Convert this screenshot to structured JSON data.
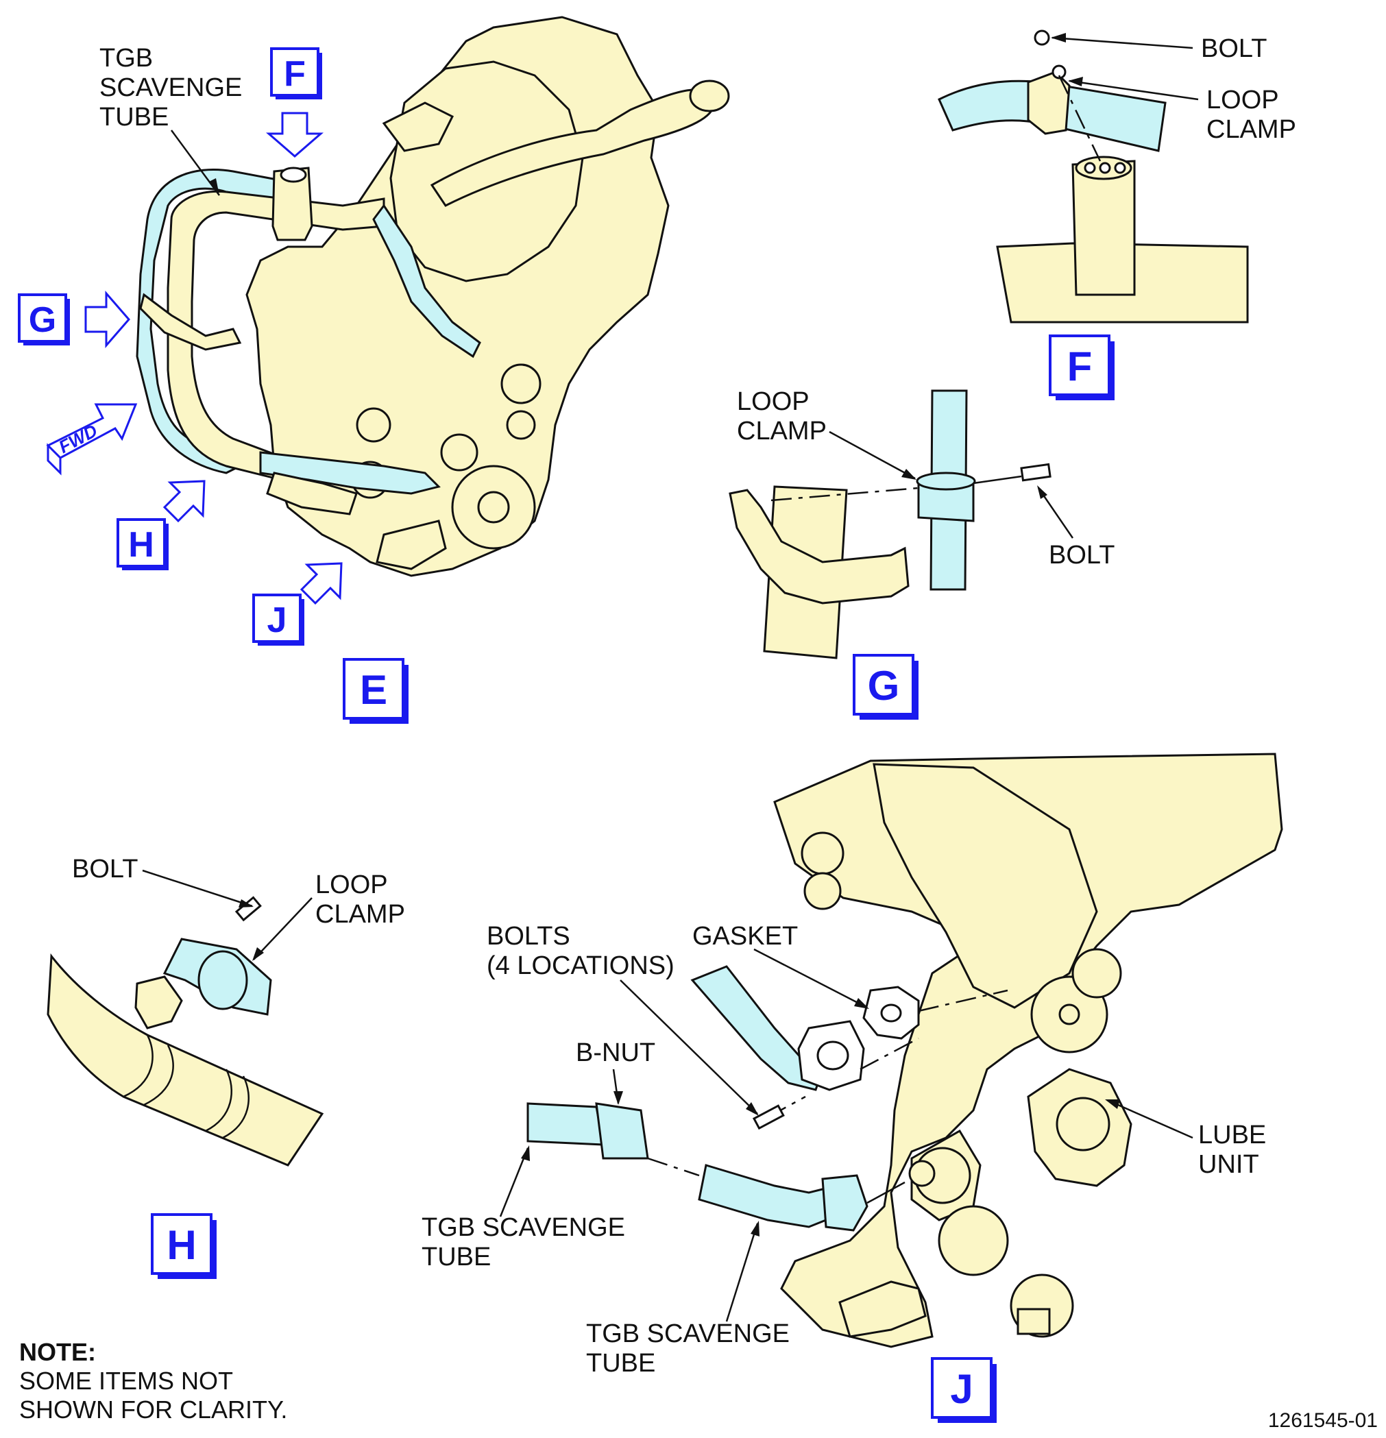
{
  "colors": {
    "engine_fill": "#fbf6c6",
    "tube_fill": "#c9f3f6",
    "view_blue": "#1a1aee",
    "line": "#111111"
  },
  "main_view": {
    "view_label": "E",
    "tube_label": [
      "TGB",
      "SCAVENGE",
      "TUBE"
    ],
    "fwd_label": "FWD",
    "callouts": [
      "F",
      "G",
      "H",
      "J"
    ]
  },
  "view_f": {
    "view_label": "F",
    "bolt": "BOLT",
    "loop_clamp": [
      "LOOP",
      "CLAMP"
    ]
  },
  "view_g": {
    "view_label": "G",
    "loop_clamp": [
      "LOOP",
      "CLAMP"
    ],
    "bolt": "BOLT"
  },
  "view_h": {
    "view_label": "H",
    "bolt": "BOLT",
    "loop_clamp": [
      "LOOP",
      "CLAMP"
    ]
  },
  "view_j": {
    "view_label": "J",
    "bolts": [
      "BOLTS",
      "(4 LOCATIONS)"
    ],
    "gasket": "GASKET",
    "b_nut": "B-NUT",
    "lube_unit": [
      "LUBE",
      "UNIT"
    ],
    "tube_a": [
      "TGB SCAVENGE",
      "TUBE"
    ],
    "tube_b": [
      "TGB SCAVENGE",
      "TUBE"
    ]
  },
  "note": {
    "heading": "NOTE:",
    "lines": [
      "SOME ITEMS NOT",
      "SHOWN FOR CLARITY."
    ]
  },
  "figure_id": "1261545-01"
}
